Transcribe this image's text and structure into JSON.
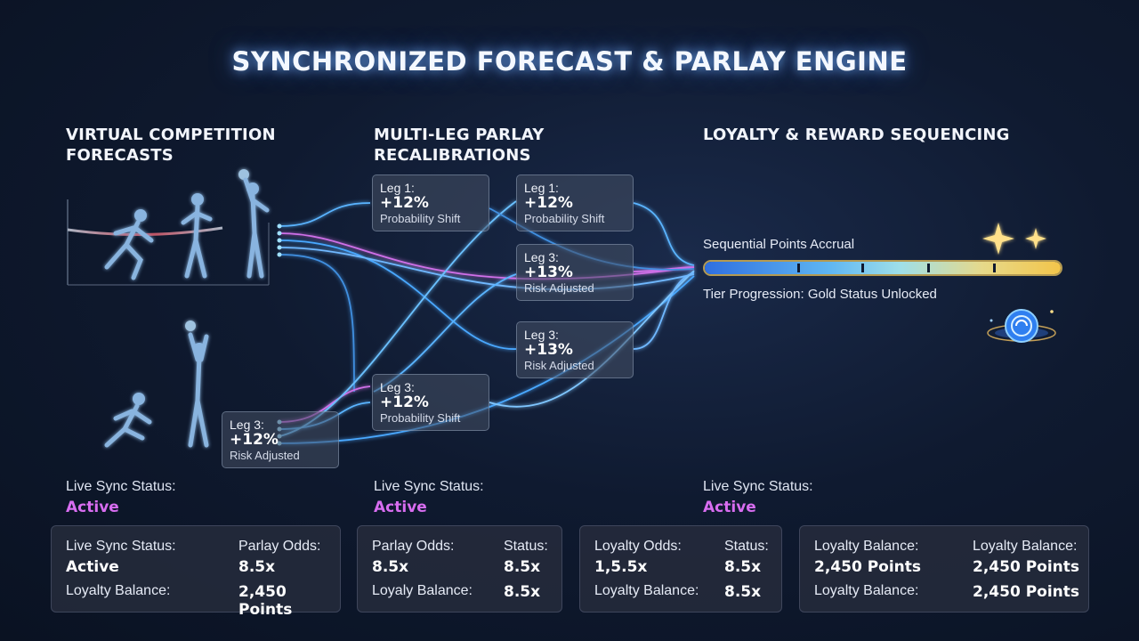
{
  "title": "SYNCHRONIZED FORECAST & PARLAY ENGINE",
  "sections": {
    "virtual": [
      "VIRTUAL COMPETITION",
      "FORECASTS"
    ],
    "parlay": [
      "MULTI-LEG PARLAY",
      "RECALIBRATIONS"
    ],
    "loyalty": [
      "LOYALTY & REWARD SEQUENCING"
    ]
  },
  "legs": [
    {
      "leg": "Leg 1:",
      "value": "+12%",
      "sub": "Probability Shift"
    },
    {
      "leg": "Leg 1:",
      "value": "+12%",
      "sub": "Probability Shift"
    },
    {
      "leg": "Leg 3:",
      "value": "+13%",
      "sub": "Risk Adjusted"
    },
    {
      "leg": "Leg 3:",
      "value": "+13%",
      "sub": "Risk Adjusted"
    },
    {
      "leg": "Leg 3:",
      "value": "+12%",
      "sub": "Probability Shift"
    },
    {
      "leg": "Leg 3:",
      "value": "+12%",
      "sub": "Risk Adjusted"
    }
  ],
  "loyalty": {
    "accrual_label": "Sequential Points Accrual",
    "tier_label": "Tier Progression: Gold Status Unlocked",
    "progress": 1.0
  },
  "sync": [
    {
      "label": "Live Sync Status:",
      "value": "Active"
    },
    {
      "label": "Live Sync Status:",
      "value": "Active"
    },
    {
      "label": "Live Sync Status:",
      "value": "Active"
    }
  ],
  "panels": [
    {
      "k1": "Live Sync Status:",
      "v1": "Active",
      "k2": "Parlay Odds:",
      "v2": "8.5x",
      "k3": "Loyalty Balance:",
      "v3": "2,450 Points"
    },
    {
      "k1": "Parlay Odds:",
      "v1": "8.5x",
      "k2": "Status:",
      "v2": "8.5x",
      "k3": "Loyaly Balance:",
      "v3": "8.5x"
    },
    {
      "k1": "Loyalty Odds:",
      "v1": "1,5.5x",
      "k2": "Status:",
      "v2": "8.5x",
      "k3": "Loyalty Balance:",
      "v3": "8.5x"
    },
    {
      "k1": "Loyalty Balance:",
      "v1": "2,450 Points",
      "k2": "Loyalty Balance:",
      "v2": "2,450 Points",
      "k3": "Loyalty Balance:",
      "v3": "2,450 Points"
    }
  ],
  "colors": {
    "accent_blue": "#4aa8ff",
    "accent_pink": "#d86df0",
    "gold": "#f3c54a"
  },
  "icons": [
    "runner-figure",
    "basketball-player-figure",
    "sparkle-icon",
    "reward-coin-icon"
  ]
}
